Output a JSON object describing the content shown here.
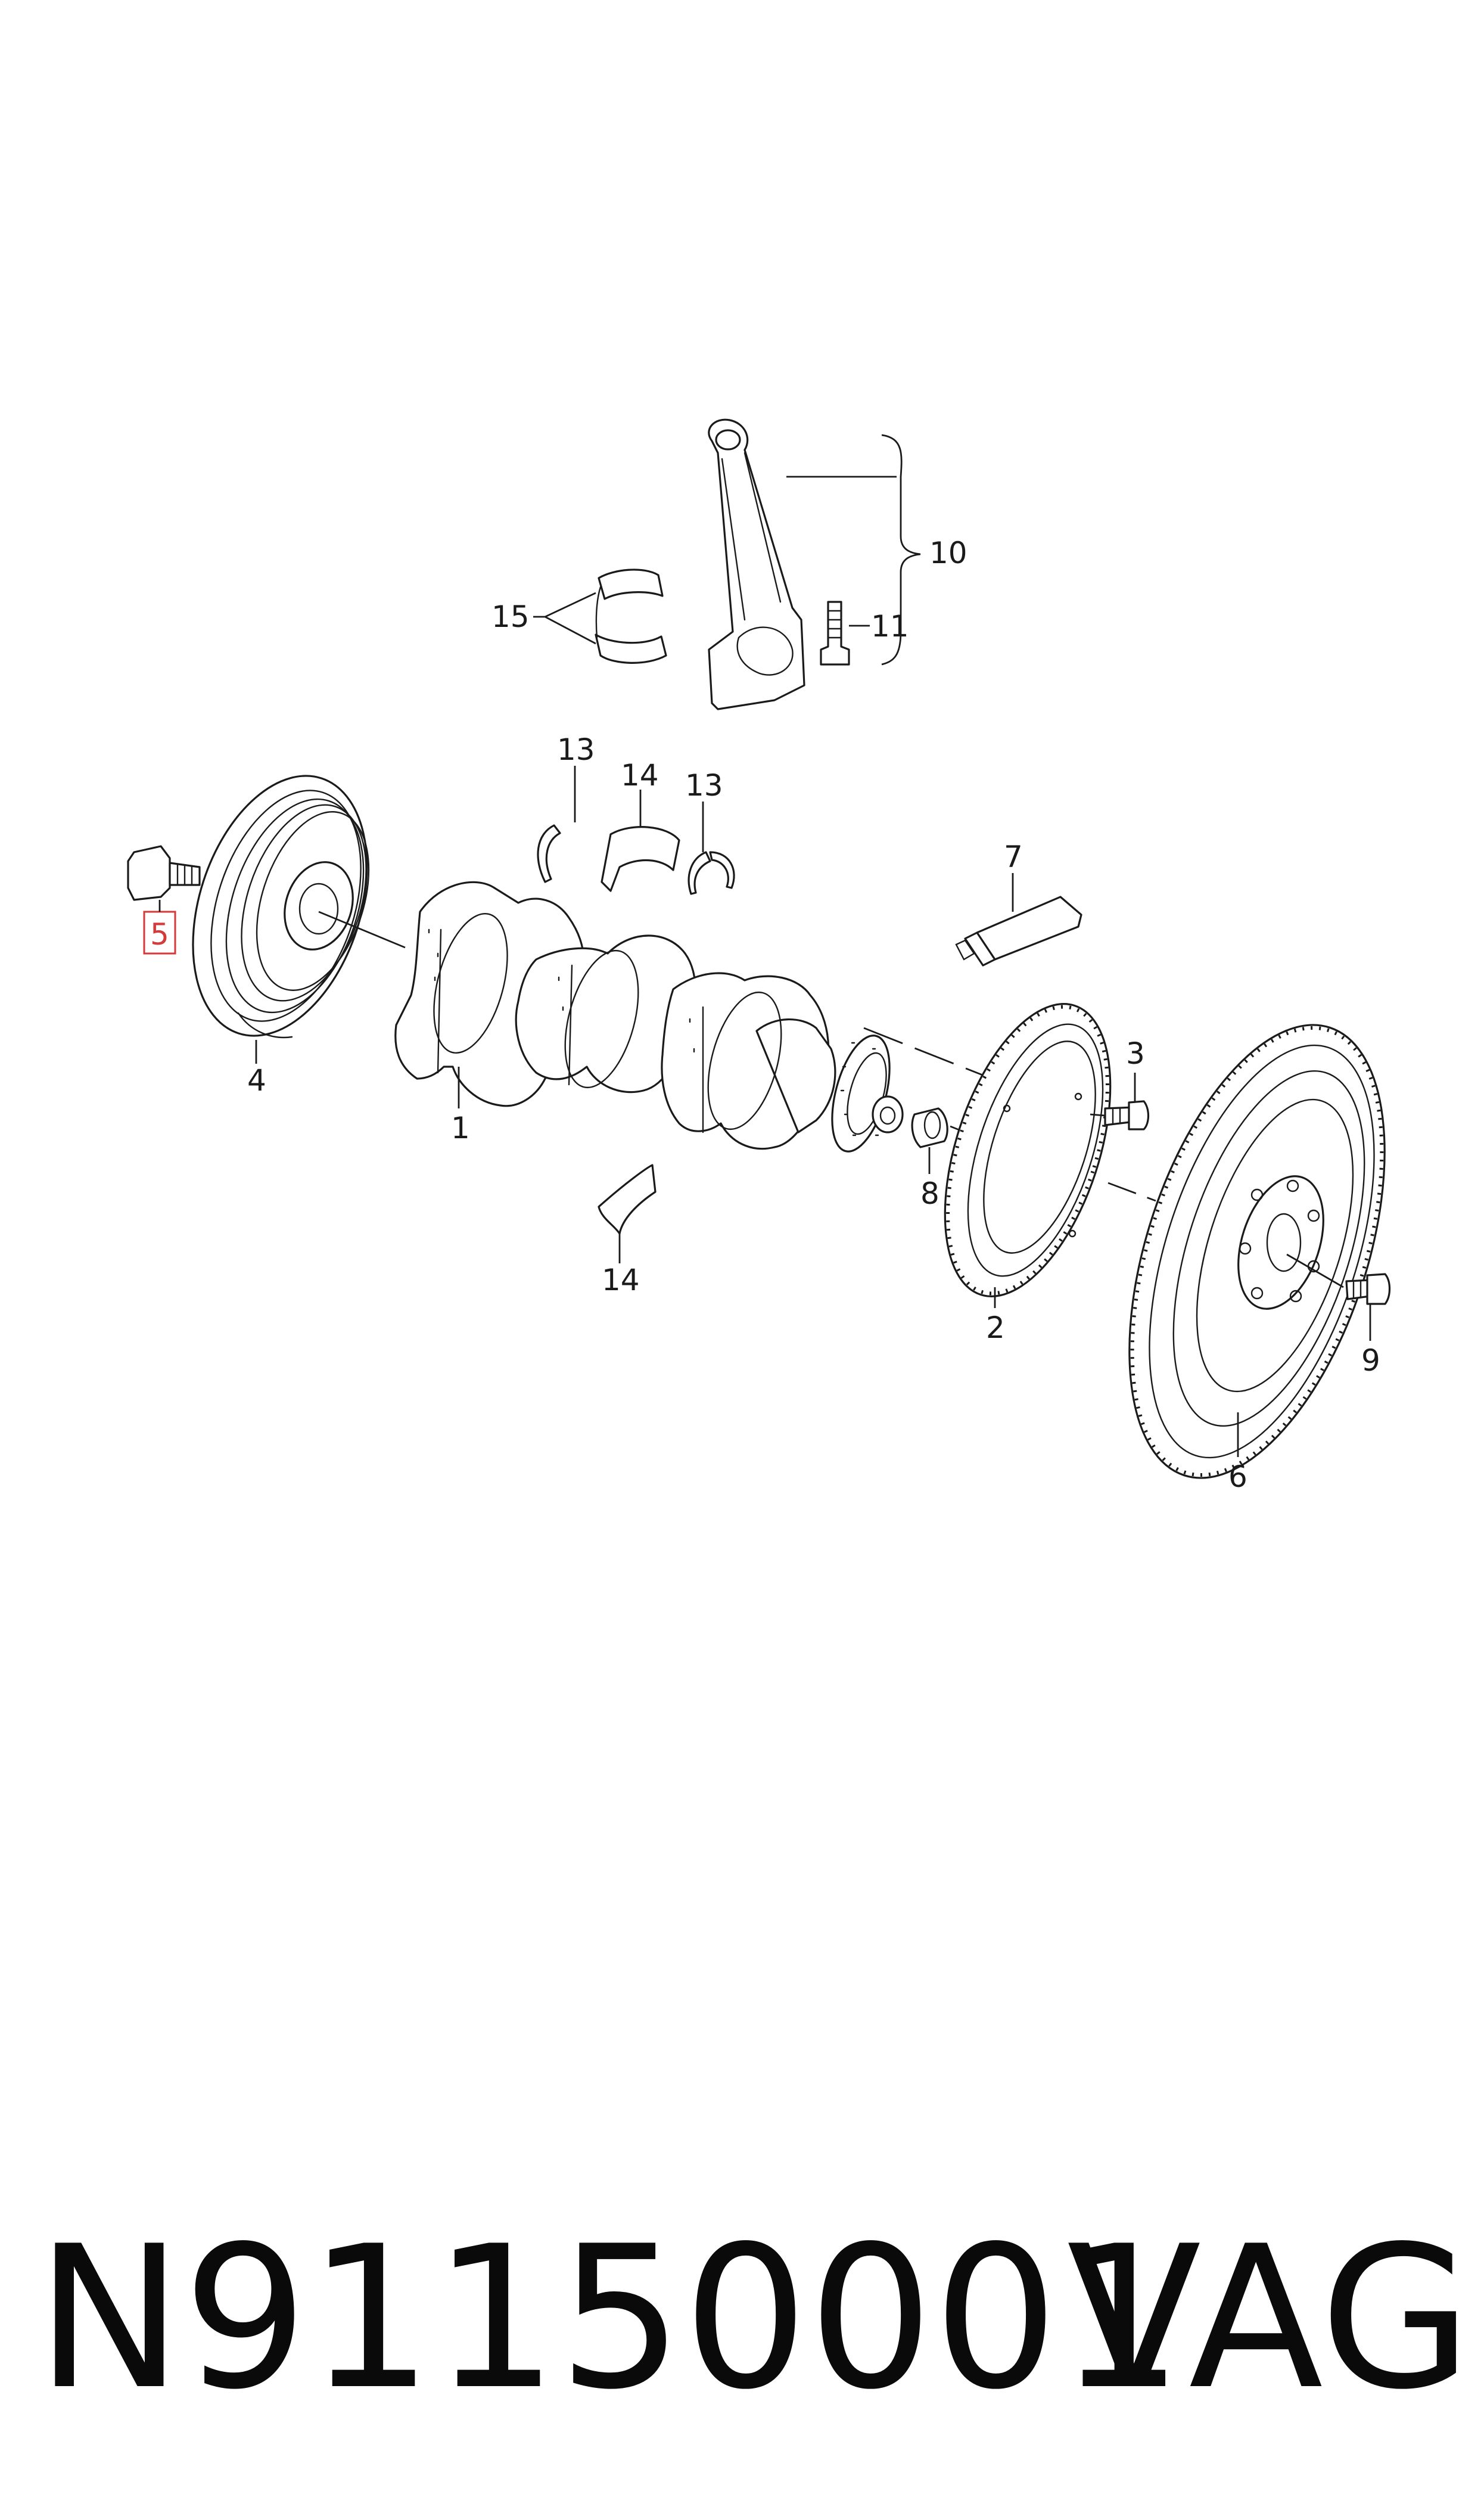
{
  "callouts": {
    "c1": "1",
    "c2": "2",
    "c3": "3",
    "c4": "4",
    "c5": "5",
    "c6": "6",
    "c7": "7",
    "c8": "8",
    "c9": "9",
    "c10": "10",
    "c11": "11",
    "c13a": "13",
    "c13b": "13",
    "c14a": "14",
    "c14b": "14",
    "c15": "15"
  },
  "highlighted_callout": "5",
  "colors": {
    "line": "#1a1a1a",
    "highlight": "#d43a3a",
    "background": "#ffffff"
  },
  "footer": {
    "part_number": "N91150001",
    "brand": "VAG"
  }
}
